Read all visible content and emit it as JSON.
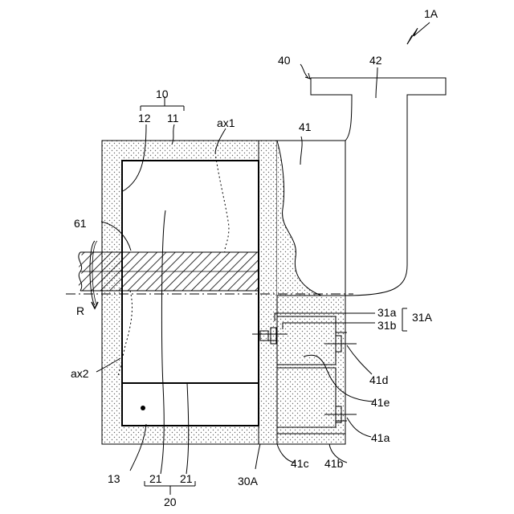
{
  "labels": {
    "fig": "1A",
    "l10": "10",
    "l12": "12",
    "l11": "11",
    "ax1": "ax1",
    "l40": "40",
    "l42": "42",
    "l41": "41",
    "l61": "61",
    "R": "R",
    "l31a": "31a",
    "l31b": "31b",
    "l31A": "31A",
    "ax2": "ax2",
    "l41d": "41d",
    "l41e": "41e",
    "l41a": "41a",
    "l13": "13",
    "l41c": "41c",
    "l41b": "41b",
    "l30A": "30A",
    "l21a": "21",
    "l21b": "21",
    "l20": "20"
  }
}
